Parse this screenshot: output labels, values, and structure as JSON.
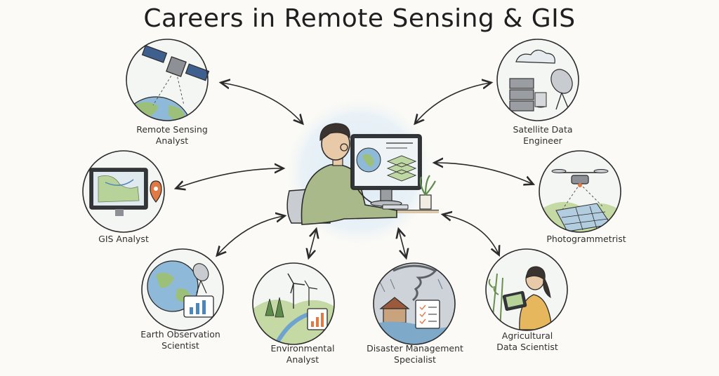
{
  "title": "Careers in Remote Sensing & GIS",
  "careers": [
    {
      "id": "remote-sensing-analyst",
      "label": "Remote Sensing\nAnalyst",
      "icon": "satellite-earth-icon"
    },
    {
      "id": "satellite-data-engineer",
      "label": "Satellite Data\nEngineer",
      "icon": "server-dish-icon"
    },
    {
      "id": "gis-analyst",
      "label": "GIS Analyst",
      "icon": "map-monitor-icon"
    },
    {
      "id": "photogrammetrist",
      "label": "Photogrammetrist",
      "icon": "drone-survey-icon"
    },
    {
      "id": "earth-observation-scientist",
      "label": "Earth Observation\nScientist",
      "icon": "globe-dish-icon"
    },
    {
      "id": "environmental-analyst",
      "label": "Environmental\nAnalyst",
      "icon": "landscape-turbine-icon"
    },
    {
      "id": "disaster-management-specialist",
      "label": "Disaster Management\nSpecialist",
      "icon": "storm-house-icon"
    },
    {
      "id": "agricultural-data-scientist",
      "label": "Agricultural\nData Scientist",
      "icon": "farmer-tablet-icon"
    }
  ],
  "colors": {
    "sky": "#dbe9f4",
    "ocean": "#8fb9d8",
    "land": "#9cc07a",
    "shirt": "#a9b98a",
    "ink": "#2b2b2b"
  }
}
